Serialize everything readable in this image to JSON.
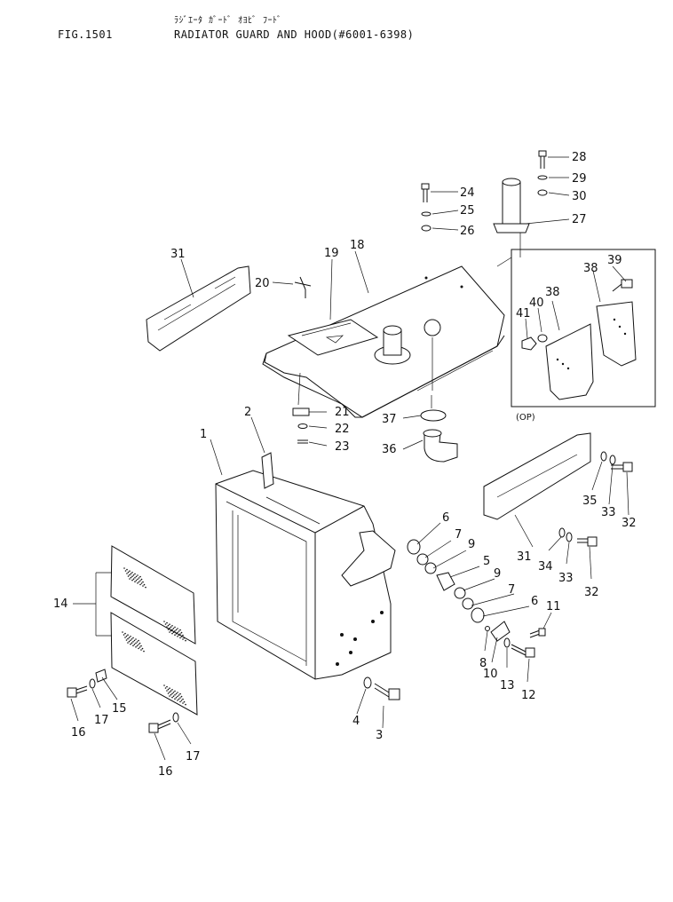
{
  "header": {
    "figure_number": "FIG.1501",
    "title_kana": "ﾗｼﾞｴｰﾀ ｶﾞｰﾄﾞ ｵﾖﾋﾞ ﾌｰﾄﾞ",
    "title": "RADIATOR GUARD AND HOOD(#6001-6398)"
  },
  "callouts": [
    "1",
    "2",
    "3",
    "4",
    "5",
    "6",
    "7",
    "8",
    "9",
    "10",
    "11",
    "12",
    "13",
    "14",
    "15",
    "16",
    "17",
    "18",
    "19",
    "20",
    "21",
    "22",
    "23",
    "24",
    "25",
    "26",
    "27",
    "28",
    "29",
    "30",
    "31",
    "32",
    "33",
    "34",
    "35",
    "36",
    "37",
    "38",
    "39",
    "40",
    "41"
  ],
  "optional_box_label": "(OP)"
}
